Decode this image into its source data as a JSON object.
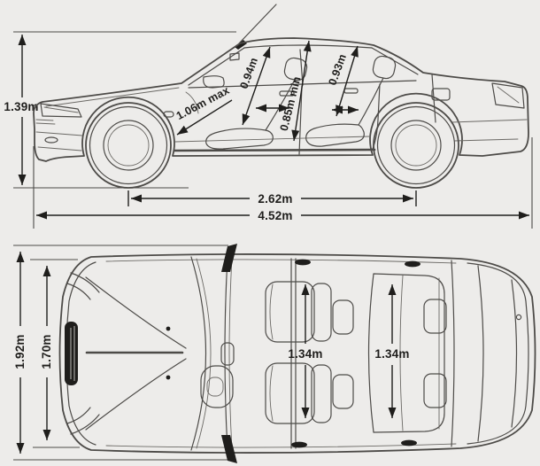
{
  "colors": {
    "background": "#edecea",
    "paper": "#e9e8e5",
    "line": "#4d4b48",
    "line-light": "#6b6965",
    "dark": "#1f1e1c"
  },
  "side_view": {
    "overall_height": "1.39m",
    "floor_to_roof_max": "1.06m max",
    "front_headroom": "0.94m",
    "seat_to_roof_min": "0.85m min",
    "rear_headroom": "0.93m",
    "wheelbase": "2.62m",
    "overall_length": "4.52m"
  },
  "top_view": {
    "overall_width": "1.92m",
    "body_width": "1.70m",
    "front_cabin_width": "1.34m",
    "rear_cabin_width": "1.34m"
  }
}
